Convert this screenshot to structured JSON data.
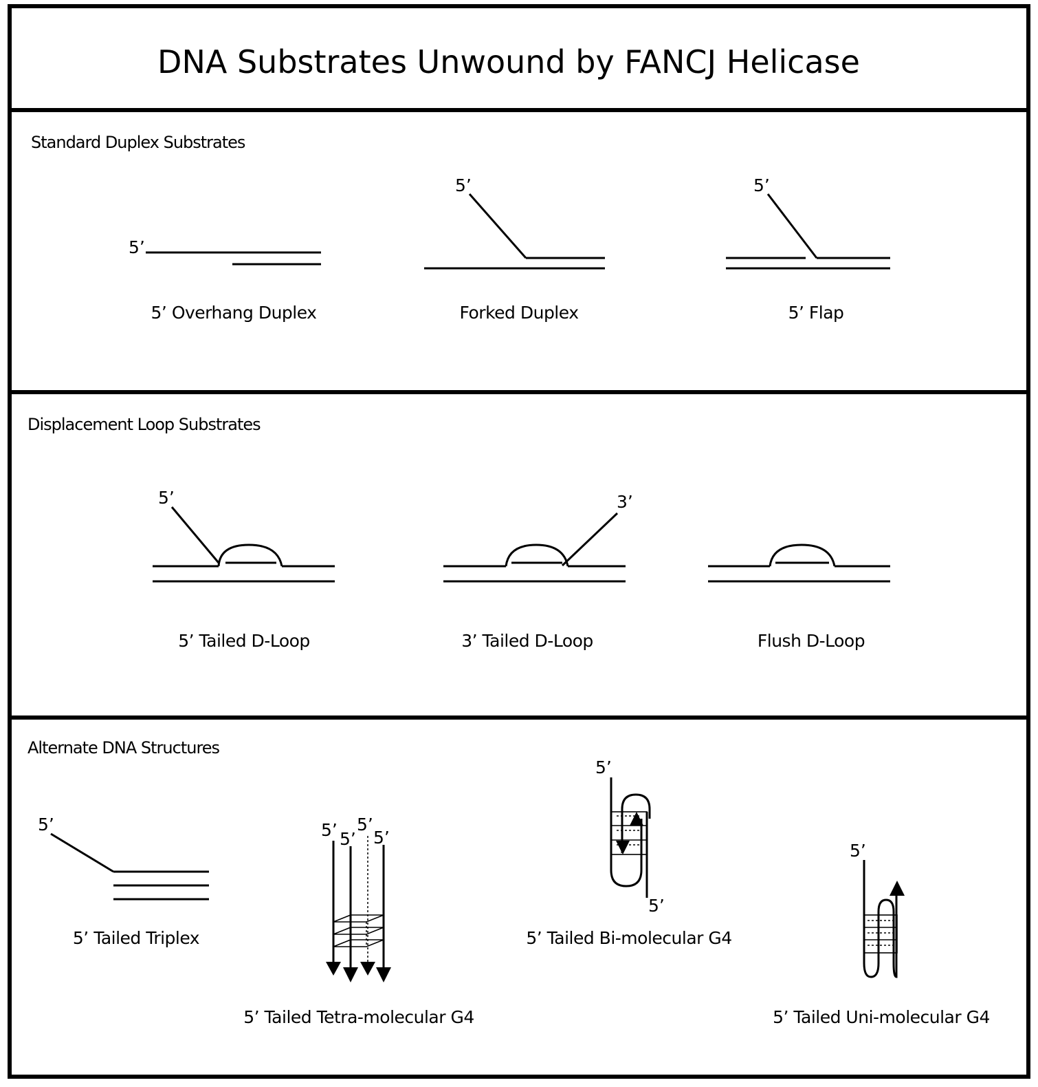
{
  "title": "DNA Substrates Unwound by FANCJ Helicase",
  "sections": [
    {
      "heading": "Standard Duplex Substrates",
      "substrates": [
        {
          "label": "5’ Overhang Duplex",
          "ends": [
            "5’"
          ]
        },
        {
          "label": "Forked Duplex",
          "ends": [
            "5’"
          ]
        },
        {
          "label": "5’ Flap",
          "ends": [
            "5’"
          ]
        }
      ]
    },
    {
      "heading": "Displacement Loop Substrates",
      "substrates": [
        {
          "label": "5’ Tailed D-Loop",
          "ends": [
            "5’"
          ]
        },
        {
          "label": "3’ Tailed D-Loop",
          "ends": [
            "3’"
          ]
        },
        {
          "label": "Flush D-Loop",
          "ends": []
        }
      ]
    },
    {
      "heading": "Alternate DNA Structures",
      "substrates": [
        {
          "label": "5’ Tailed Triplex",
          "ends": [
            "5’"
          ]
        },
        {
          "label": "5’ Tailed Tetra-molecular G4",
          "ends": [
            "5’",
            "5’",
            "5’",
            "5’"
          ]
        },
        {
          "label": "5’ Tailed Bi-molecular G4",
          "ends": [
            "5’",
            "5’"
          ]
        },
        {
          "label": "5’ Tailed Uni-molecular G4",
          "ends": [
            "5’"
          ]
        }
      ]
    }
  ]
}
